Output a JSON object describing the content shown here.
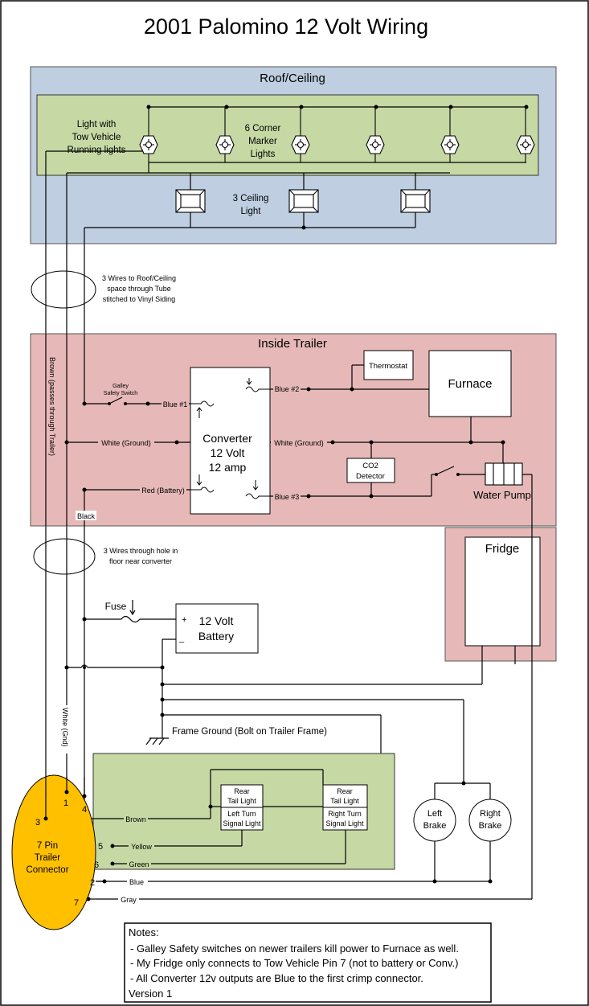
{
  "title": "2001 Palomino 12 Volt Wiring",
  "sections": {
    "roof": "Roof/Ceiling",
    "inside": "Inside Trailer",
    "fridge": "Fridge"
  },
  "roof": {
    "light_tow_1": "Light with",
    "light_tow_2": "Tow Vehicle",
    "light_tow_3": "Running lights",
    "marker_1": "6 Corner",
    "marker_2": "Marker",
    "marker_3": "Lights",
    "ceiling_1": "3 Ceiling",
    "ceiling_2": "Light"
  },
  "notes_wires": {
    "tube_1": "3 Wires to Roof/Ceiling",
    "tube_2": "space through Tube",
    "tube_3": "stitched to Vinyl Siding",
    "floor_1": "3 Wires through hole in",
    "floor_2": "floor near converter"
  },
  "inside": {
    "galley_1": "Galley",
    "galley_2": "Safety Switch",
    "blue1": "Blue #1",
    "blue2": "Blue #2",
    "blue3": "Blue #3",
    "white_ground_left": "White (Ground)",
    "white_ground_right": "White (Ground)",
    "red_battery": "Red (Battery)",
    "converter_1": "Converter",
    "converter_2": "12 Volt",
    "converter_3": "12 amp",
    "thermostat": "Thermostat",
    "furnace": "Furnace",
    "co2_1": "CO2",
    "co2_2": "Detector",
    "water_pump": "Water Pump"
  },
  "wires": {
    "brown_vertical": "Brown (passes through Trailer)",
    "white_gnd": "White (Gnd)",
    "black": "Black",
    "brown": "Brown",
    "yellow": "Yellow",
    "green": "Green",
    "blue": "Blue",
    "gray": "Gray"
  },
  "battery": {
    "fuse": "Fuse",
    "plus": "+",
    "minus": "_",
    "label_1": "12 Volt",
    "label_2": "Battery"
  },
  "ground": {
    "frame": "Frame Ground (Bolt on Trailer Frame)"
  },
  "lights": {
    "rear_left_1": "Rear",
    "rear_left_2": "Tail Light",
    "left_turn_1": "Left Turn",
    "left_turn_2": "Signal Light",
    "rear_right_1": "Rear",
    "rear_right_2": "Tail Light",
    "right_turn_1": "Right Turn",
    "right_turn_2": "Signal Light"
  },
  "brakes": {
    "left_1": "Left",
    "left_2": "Brake",
    "right_1": "Right",
    "right_2": "Brake"
  },
  "connector": {
    "label_1": "7 Pin",
    "label_2": "Trailer",
    "label_3": "Connector",
    "pins": [
      "1",
      "4",
      "3",
      "5",
      "6",
      "2",
      "7"
    ]
  },
  "notes": {
    "heading": "Notes:",
    "line1": "- Galley Safety switches on newer trailers kill power to Furnace as well.",
    "line2": "- My Fridge only connects to Tow Vehicle Pin 7 (not to battery or Conv.)",
    "line3": "-  All Converter 12v outputs are Blue to the first crimp connector.",
    "version": "Version 1"
  },
  "colors": {
    "roof_bg": "#bfcfe1",
    "roof_inner_bg": "#c6d9a4",
    "inside_bg": "#e6b9b8",
    "lights_bg": "#c6d9a4",
    "connector_fill": "#ffc000",
    "stroke": "#000000"
  }
}
